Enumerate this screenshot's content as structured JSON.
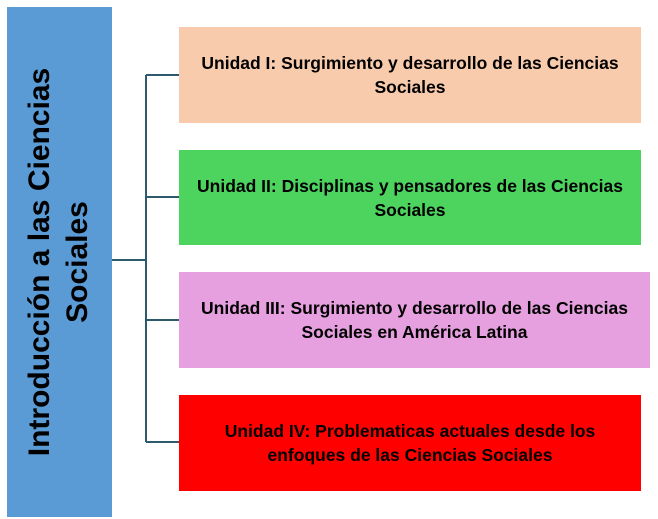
{
  "root": {
    "title": "Introducción a las Ciencias Sociales",
    "color": "#5b9bd5"
  },
  "connector_color": "#2e5a6e",
  "units": [
    {
      "label": "Unidad I: Surgimiento y desarrollo de las Ciencias Sociales",
      "color": "#f8cbad"
    },
    {
      "label": "Unidad II: Disciplinas y pensadores de las Ciencias Sociales",
      "color": "#4dd45f"
    },
    {
      "label": "Unidad III: Surgimiento y desarrollo de las Ciencias Sociales en América Latina",
      "color": "#e6a0df"
    },
    {
      "label": "Unidad IV: Problematicas actuales desde los enfoques de las Ciencias Sociales",
      "color": "#ff0000"
    }
  ]
}
